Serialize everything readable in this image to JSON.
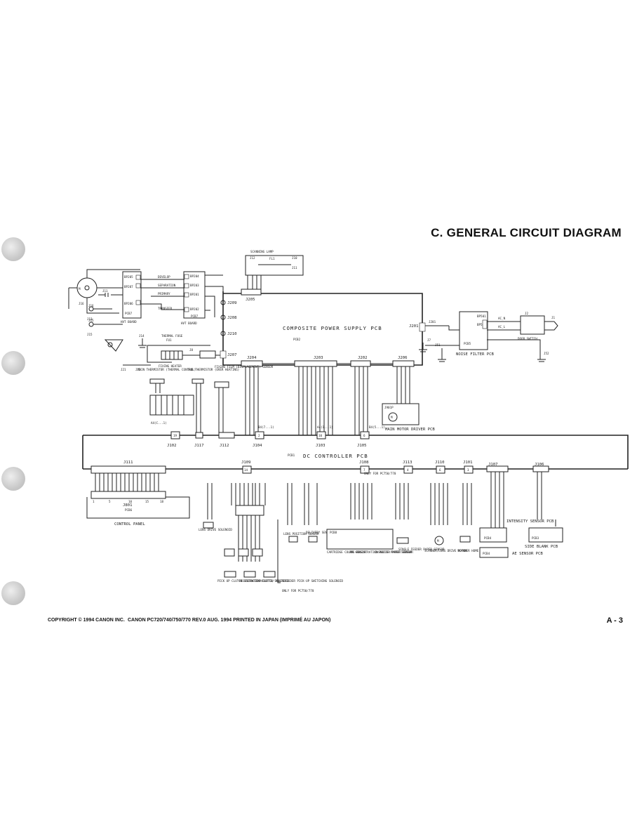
{
  "page_title": "C. GENERAL CIRCUIT DIAGRAM",
  "footer": {
    "copyright": "COPYRIGHT © 1994 CANON INC.",
    "revision": "CANON PC720/740/750/770 REV.0 AUG. 1994 PRINTED IN JAPAN (IMPRIMÉ AU JAPON)",
    "page_number": "A - 3"
  },
  "boards": {
    "composite_psu": "COMPOSITE POWER SUPPLY PCB",
    "composite_psu_id": "PCB2",
    "dc_controller": "DC CONTROLLER PCB",
    "dc_controller_id": "PCB1",
    "hvt_board_left": "HVT BOARD",
    "hvt_board_left_id": "PCB7",
    "hvt_board_right": "HVT BOARD",
    "hvt_board_right_id": "PCB7",
    "noise_filter": "NOISE FILTER PCB",
    "noise_filter_id": "PCB5",
    "main_motor": "MAIN MOTOR DRIVER PCB",
    "main_motor_id": "J901P",
    "control_panel": "CONTROL PANEL",
    "control_panel_id": "PCB6",
    "intensity_sensor": "INTENSITY SENSOR PCB",
    "side_blank": "SIDE BLANK PCB",
    "side_blank_id": "PCB3",
    "ae_sensor": "AE SENSOR PCB",
    "ae_sensor_id": "PCB4",
    "sensor_pcb": "PCB8"
  },
  "hvt_signals": [
    "DEVELOP",
    "SEPARATION",
    "PRIMARY",
    "TRANSFER"
  ],
  "connectors": {
    "psu": [
      "J209",
      "J208",
      "J210",
      "J207",
      "J204",
      "J201",
      "J202",
      "J203",
      "J206",
      "J205"
    ],
    "dc_bottom": [
      "J102",
      "J117",
      "J112",
      "J104",
      "J103",
      "J105"
    ],
    "dc_top": [
      "J109",
      "J108",
      "J113",
      "J110",
      "J101",
      "J107",
      "J106"
    ],
    "dc_numbers": [
      "19",
      "2",
      "7",
      "10",
      "6",
      "14",
      "7",
      "4",
      "6",
      "3"
    ],
    "control_panel": [
      "J111",
      "J801"
    ],
    "misc": [
      "J11",
      "J10",
      "J12",
      "J14",
      "J13",
      "J15",
      "J16",
      "J21",
      "J22",
      "J2",
      "J1",
      "J51",
      "J52",
      "J7",
      "J8"
    ]
  },
  "labels": {
    "scanning_lamp": "SCANNING LAMP",
    "fl1": "FL1",
    "thermal_fuse": "THERMAL FUSE",
    "fu1": "FU1",
    "fixing_heater": "FIXING HEATER",
    "main_thermistor": "MAIN THERMISTOR (THERMAL CONTROL)",
    "sub_thermistor": "SUB THERMISTOR (OVER HEATING)",
    "fixing_film_sensor": "FIXING FILM (DISPLACEMENT) SENSOR",
    "door_switch": "DOOR SWITCH",
    "ac_n": "AC_N",
    "ac_l": "AC_L",
    "only_for_740": "ONLY FOR PC750/770",
    "lens_drive_solenoid": "LENS DRIVE SOLENOID",
    "pickup_clutch": "PICK UP CLUTCH SOLENOID",
    "registration_clutch": "REGISTRATION CLUTCH SOLENOID",
    "cassette_feeder": "CASSETTE/ MULTIFEEDER PICK-UP SWITCHING SOLENOID",
    "only_for_770": "ONLY FOR PC750/770",
    "lens_position_sensor": "LENS POSITION SENSOR",
    "delivery_sensor": "DELIVERY SENSOR",
    "cartridge_sensor": "CARTRIDGE COLOR SENSOR",
    "pre_registration": "PRE-REGISTRATION ROLLER PAPER SENSOR",
    "cassette_paper": "CASSETTE PAPER SENSOR",
    "single_feeder": "SINGLE FEEDER PAPER SENSOR",
    "scanner_motor": "SCANNER/LENS DRIVE MOTOR",
    "scanner_home": "SCANNER HOME POSITION SENSOR"
  },
  "colors": {
    "ink": "#222222",
    "paper": "#ffffff",
    "punch_hole": "#c9c9c9"
  }
}
